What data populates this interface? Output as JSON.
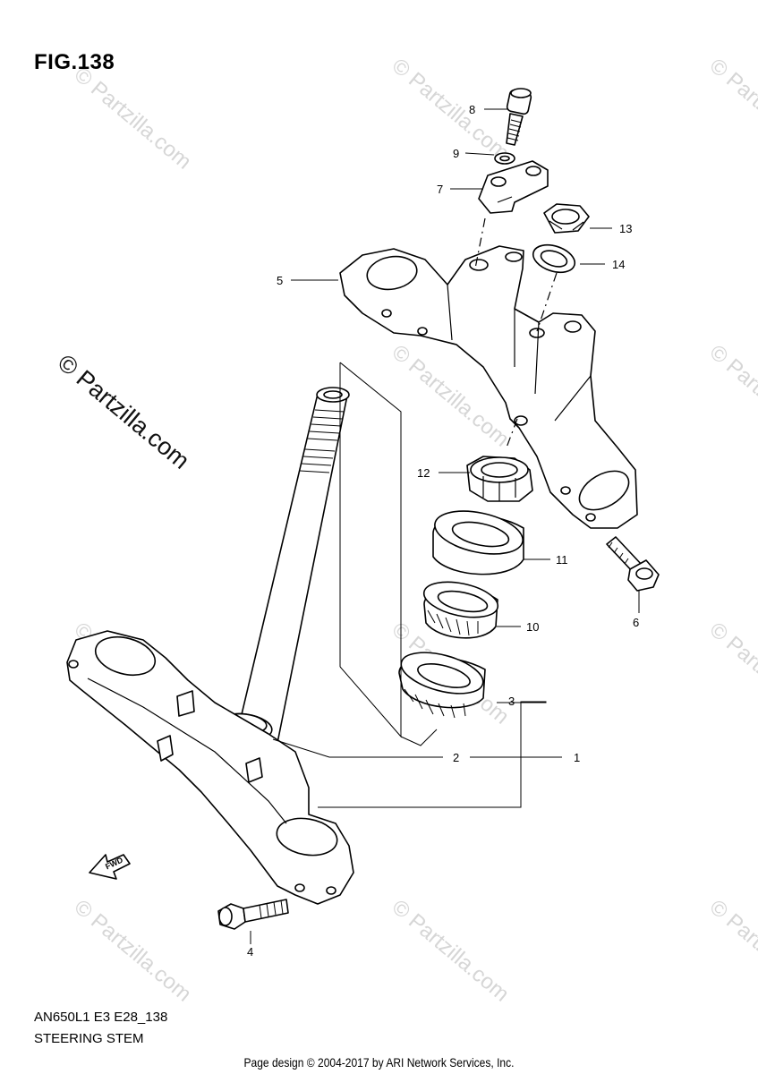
{
  "figure": {
    "title": "FIG.138",
    "model_code": "AN650L1 E3 E28_138",
    "section_name": "STEERING STEM"
  },
  "watermark": {
    "main": "© Partzilla.com",
    "tile": "© Partzilla.com"
  },
  "fwd_arrow": {
    "label": "FWD"
  },
  "callouts": {
    "p1": "1",
    "p2": "2",
    "p3": "3",
    "p4": "4",
    "p5": "5",
    "p6": "6",
    "p7": "7",
    "p8": "8",
    "p9": "9",
    "p10": "10",
    "p11": "11",
    "p12": "12",
    "p13": "13",
    "p14": "14"
  },
  "footer": {
    "credit": "Page design © 2004-2017 by ARI Network Services, Inc."
  }
}
